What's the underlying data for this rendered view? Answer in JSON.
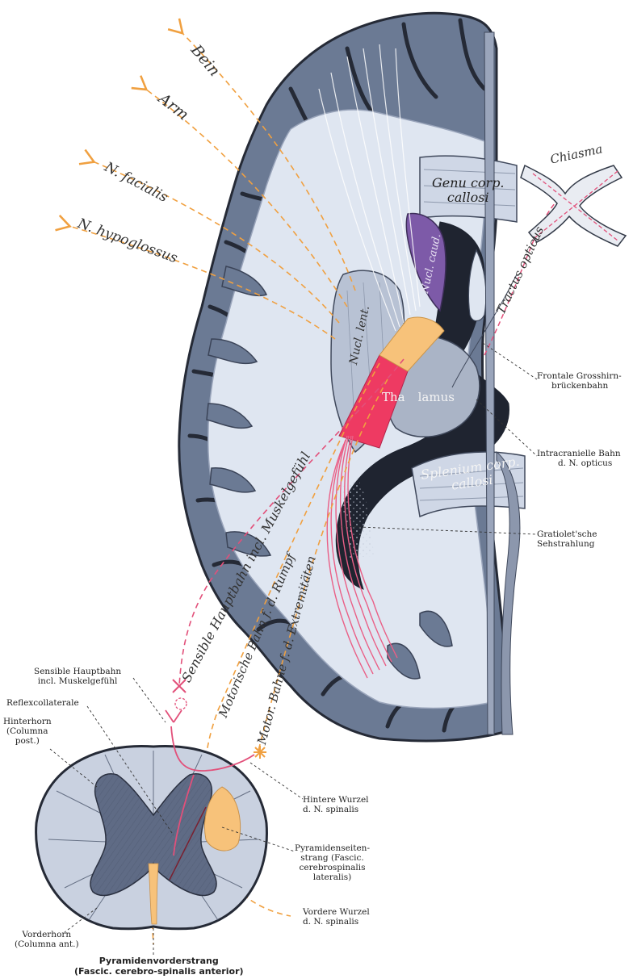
{
  "colors": {
    "brain_fill": "#6b7a94",
    "brain_dark": "#252a36",
    "white_matter": "#dfe6f1",
    "pink_tract": "#ea5f86",
    "motor_red": "#ee3a62",
    "sensory_orange": "#f7c27a",
    "caudate_purple": "#7d5aa8",
    "orange_dash": "#f0a040",
    "pink_dash": "#e2507a"
  },
  "labels": {
    "bein": "Bein",
    "arm": "Arm",
    "n_facialis": "N. facialis",
    "n_hypoglossus": "N. hypoglossus",
    "chiasma": "Chiasma",
    "tractus_opticus": "Tractus opticus",
    "genu_1": "Genu corp.",
    "genu_2": "callosi",
    "nucl_caud": "Nucl. caud.",
    "nucl_lent": "Nucl. lent.",
    "thalamus_1": "Tha",
    "thalamus_2": "lamus",
    "splenium_1": "Splenium corp.",
    "splenium_2": "callosi",
    "frontale_1": "Frontale Grosshirn-",
    "frontale_2": "brückenbahn",
    "intracranielle_1": "Intracranielle Bahn",
    "intracranielle_2": "d. N. opticus",
    "gratiolet_1": "Gratiolet'sche",
    "gratiolet_2": "Sehstrahlung",
    "sensible_tract": "Sensible Hauptbahn incl. Muskelgefühl",
    "motorische_tract": "Motorische Bahn f. d. Rumpf",
    "motor_tract": "Motor. Bahne f. d. Extremitäten",
    "sensible_1": "Sensible Hauptbahn",
    "sensible_2": "incl. Muskelgefühl",
    "reflex": "Reflexcollaterale",
    "hinterhorn_1": "Hinterhorn",
    "hinterhorn_2": "(Columna",
    "hinterhorn_3": "post.)",
    "vorderhorn_1": "Vorderhorn",
    "vorderhorn_2": "(Columna ant.)",
    "hintere_1": "Hintere Wurzel",
    "hintere_2": "d. N. spinalis",
    "pyramiden_1": "Pyramidenseiten-",
    "pyramiden_2": "strang (Fascic.",
    "pyramiden_3": "cerebrospinalis",
    "pyramiden_4": "lateralis)",
    "vordere_1": "Vordere Wurzel",
    "vordere_2": "d. N. spinalis",
    "pyramidenvorder_1": "Pyramidenvorderstrang",
    "pyramidenvorder_2": "(Fascic. cerebro-spinalis anterior)"
  }
}
